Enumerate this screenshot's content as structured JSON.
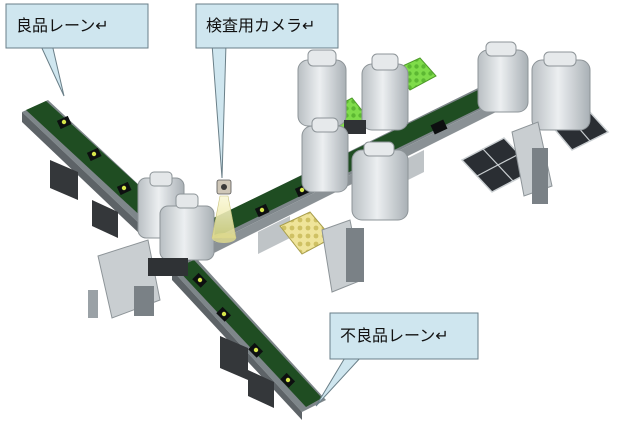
{
  "labels": {
    "good_lane": "良品レーン↵",
    "inspection_camera": "検査用カメラ↵",
    "reject_lane": "不良品レーン↵"
  },
  "colors": {
    "callout_fill": "#cfe6ef",
    "callout_stroke": "#6a7f88",
    "belt": "#1f4d22",
    "belt_edge": "#8e9598",
    "robot_body": "#d4d8db",
    "robot_shadow": "#9aa1a6",
    "frame_dark": "#3a3d40",
    "tray_green": "#7fdc4a",
    "tray_yellow": "#efe49a",
    "solar_panel": "#2a2e33",
    "camera_cone": "#f2efb8"
  }
}
